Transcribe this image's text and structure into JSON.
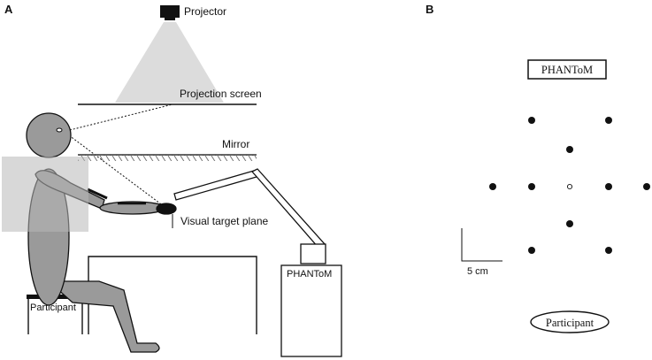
{
  "panel_a": {
    "letter": "A",
    "labels": {
      "projector": "Projector",
      "projection_screen": "Projection screen",
      "mirror": "Mirror",
      "visual_target_plane": "Visual target plane",
      "phantom": "PHANToM",
      "participant": "Participant"
    }
  },
  "panel_b": {
    "letter": "B",
    "phantom_box": "PHANToM",
    "participant_ellipse": "Participant",
    "scale_label": "5 cm",
    "targets": [
      {
        "name": "target-upper-left",
        "filled": true
      },
      {
        "name": "target-upper-right",
        "filled": true
      },
      {
        "name": "target-upper-middle",
        "filled": true
      },
      {
        "name": "target-far-left",
        "filled": true
      },
      {
        "name": "target-left",
        "filled": true
      },
      {
        "name": "target-center-start",
        "filled": false
      },
      {
        "name": "target-right",
        "filled": true
      },
      {
        "name": "target-far-right",
        "filled": true
      },
      {
        "name": "target-lower-middle",
        "filled": true
      },
      {
        "name": "target-lower-left",
        "filled": true
      },
      {
        "name": "target-lower-right",
        "filled": true
      }
    ]
  },
  "colors": {
    "ink": "#111111",
    "body_gray": "#9a9a9a",
    "beam_gray": "#dcdcdc",
    "overlay_gray": "#b8b8b8"
  }
}
